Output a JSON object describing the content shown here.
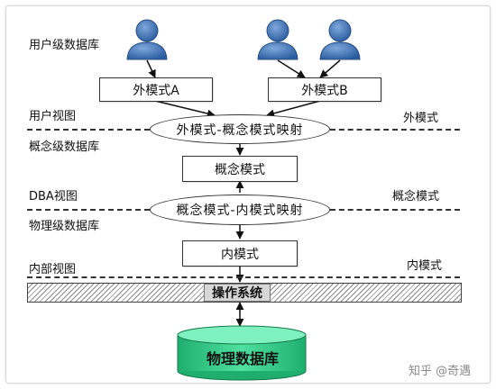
{
  "levels": {
    "user_db": "用户级数据库",
    "user_view": "用户视图",
    "concept_db": "概念级数据库",
    "dba_view": "DBA视图",
    "physical_db": "物理级数据库",
    "internal_view": "内部视图"
  },
  "right_labels": {
    "external": "外模式",
    "conceptual": "概念模式",
    "internal": "内模式"
  },
  "boxes": {
    "external_a": "外模式A",
    "external_b": "外模式B",
    "conceptual_schema": "概念模式",
    "internal_schema": "内模式"
  },
  "mappings": {
    "external_conceptual": "外模式-概念模式映射",
    "conceptual_internal": "概念模式-内模式映射"
  },
  "os": "操作系统",
  "physical_storage": "物理数据库",
  "watermark": "知乎 @奇遇",
  "colors": {
    "user_icon": "#3a6fb0",
    "cylinder": "#33cc8a",
    "hatch": "#8a8a8a"
  }
}
